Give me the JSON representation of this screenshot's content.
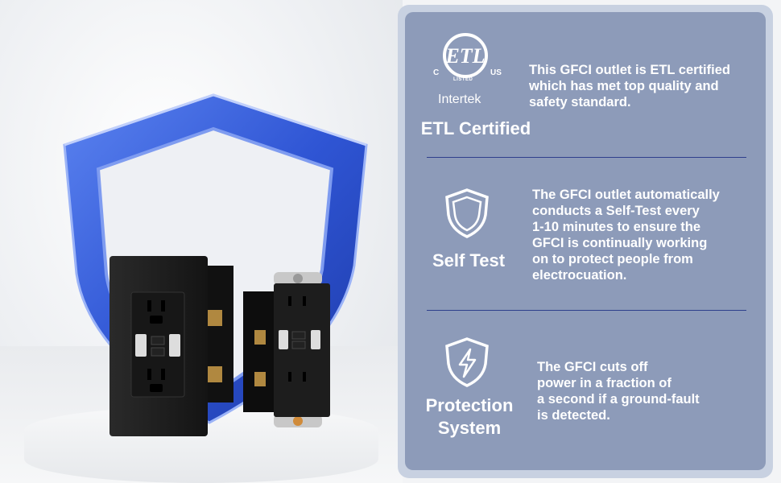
{
  "etl": {
    "logo": {
      "mark": "ETL",
      "c": "C",
      "us": "US",
      "listed": "LISTED",
      "company": "Intertek"
    },
    "label": "ETL Certified",
    "lines": [
      "This GFCI outlet is ETL certified",
      "which has met top quality and",
      "safety standard."
    ]
  },
  "self_test": {
    "label": "Self Test",
    "icon": "shield-icon",
    "lines": [
      "The GFCI outlet automatically",
      "conducts a Self-Test every",
      "1-10 minutes to ensure the",
      "GFCI is continually working",
      "on to protect people from",
      "electrocuation."
    ]
  },
  "protection": {
    "label_lines": [
      "Protection",
      "System"
    ],
    "icon": "shield-lightning-icon",
    "lines": [
      "The GFCI cuts off",
      "power in a fraction of",
      "a second if a ground-fault",
      "is detected."
    ]
  },
  "colors": {
    "panel": "#8d9bb9",
    "panel_border": "#c8d1e1",
    "divider": "#2e3f8c",
    "shield_blue": "#2f55d4",
    "outlet": "#1c1c1c"
  }
}
